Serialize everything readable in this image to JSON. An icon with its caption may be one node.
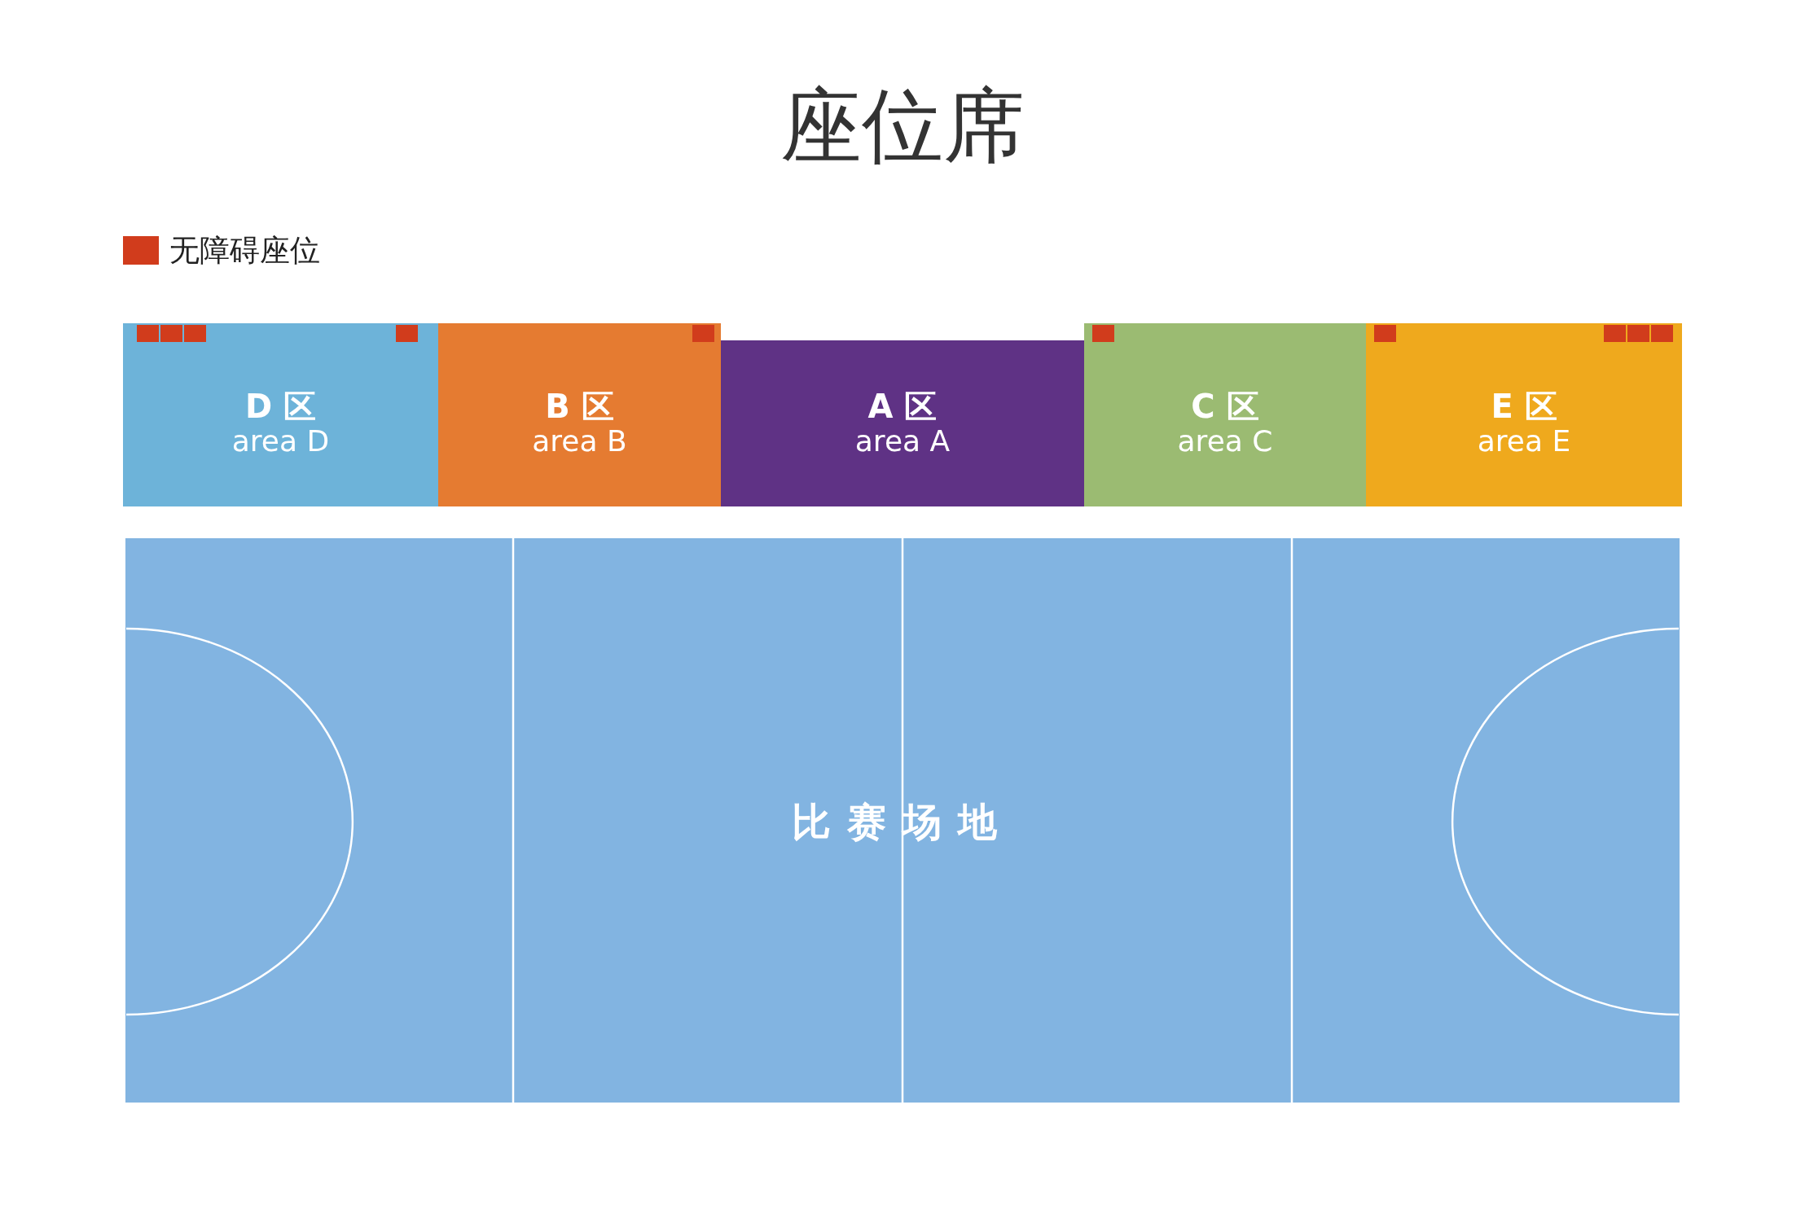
{
  "diagram": {
    "title": "座位席",
    "nodes": [
      {
        "text": [
          "D 区",
          "area D"
        ]
      },
      {
        "text": [
          "B 区",
          "area B"
        ]
      },
      {
        "text": [
          "A 区",
          "area A"
        ]
      },
      {
        "text": [
          "C 区",
          "area C"
        ]
      },
      {
        "text": [
          "E 区",
          "area E"
        ]
      },
      {
        "text": [
          "比赛场地"
        ]
      }
    ],
    "legend": [
      {
        "text": "无障碍座位",
        "color": "#d13c1c"
      }
    ]
  }
}
